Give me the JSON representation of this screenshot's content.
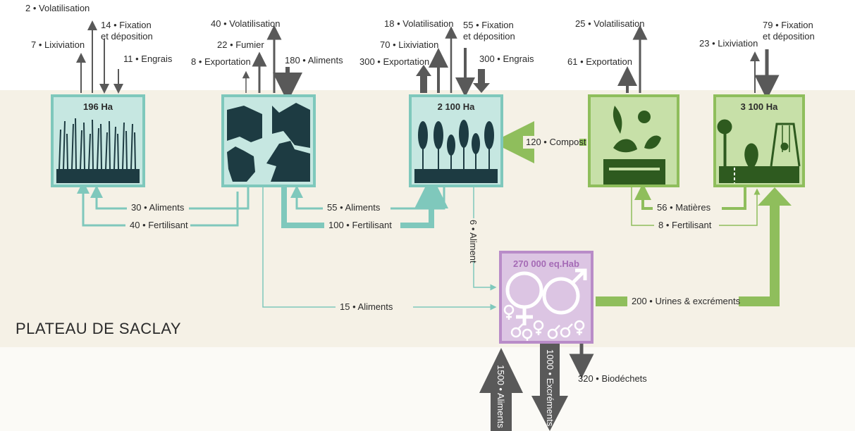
{
  "region": "PLATEAU DE SACLAY",
  "colors": {
    "band": "#f5f1e6",
    "teal_fill": "#c6e7e1",
    "teal_stroke": "#7fc8bc",
    "dark": "#1d3b42",
    "green_fill": "#c7e0a8",
    "green_stroke": "#8fbe5c",
    "green_dark": "#2e5a1f",
    "purple_fill": "#dcc5e3",
    "purple_stroke": "#b98cc8",
    "purple_glyph": "#a56bb6",
    "arrow_gray": "#595959"
  },
  "nodes": {
    "prairie": {
      "label": "196 Ha",
      "icon": "grass-icon"
    },
    "elevage": {
      "label": "",
      "icon": "livestock-icon"
    },
    "cultures": {
      "label": "2 100 Ha",
      "icon": "wheat-icon"
    },
    "compost": {
      "label": "",
      "icon": "compost-icon"
    },
    "jardins": {
      "label": "3 100 Ha",
      "icon": "garden-icon"
    },
    "population": {
      "label": "270 000 eq.Hab",
      "icon": "gender-symbols-icon"
    }
  },
  "flows": {
    "prairie_volatilisation": "2 • Volatilisation",
    "prairie_lixiviation": "7 • Lixiviation",
    "prairie_fixation_1": "14 • Fixation",
    "prairie_fixation_2": "et déposition",
    "prairie_engrais": "11 • Engrais",
    "elevage_volatilisation": "40 • Volatilisation",
    "elevage_fumier": "22 • Fumier",
    "elevage_exportation": "8 • Exportation",
    "elevage_aliments": "180 • Aliments",
    "cultures_volatilisation": "18 • Volatilisation",
    "cultures_lixiviation": "70 • Lixiviation",
    "cultures_fixation_1": "55 • Fixation",
    "cultures_fixation_2": "et déposition",
    "cultures_exportation": "300 • Exportation",
    "cultures_engrais": "300 • Engrais",
    "compost_volatilisation": "25 • Volatilisation",
    "compost_exportation": "61 • Exportation",
    "jardins_lixiviation": "23 • Lixiviation",
    "jardins_fixation_1": "79 • Fixation",
    "jardins_fixation_2": "et déposition",
    "compost_to_cultures": "120 • Compost",
    "aliments_30": "30 • Aliments",
    "fertilisant_40": "40 • Fertilisant",
    "aliments_55": "55 • Aliments",
    "fertilisant_100": "100 • Fertilisant",
    "aliment_6": "6 • Aliment",
    "aliments_15": "15 • Aliments",
    "matieres_56": "56 • Matières",
    "fertilisant_8": "8 • Fertilisant",
    "urines_200": "200 • Urines & excréments",
    "aliments_1500": "1500 • Aliments",
    "excrements_1000": "1000 • Excréments",
    "biodechets_320": "320 • Biodéchets"
  }
}
